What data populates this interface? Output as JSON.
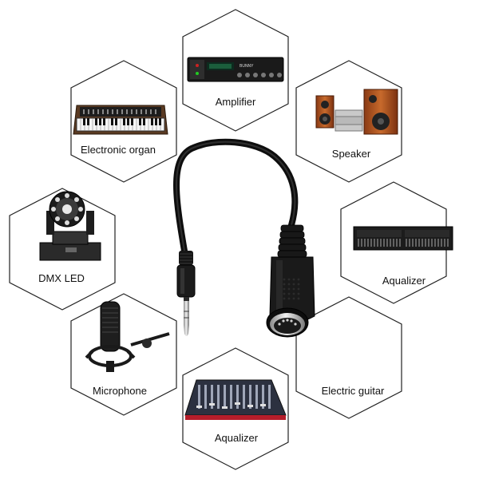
{
  "products": [
    {
      "label": "Amplifier",
      "icon": "amplifier-icon"
    },
    {
      "label": "Speaker",
      "icon": "speaker-icon"
    },
    {
      "label": "Aqualizer",
      "icon": "equalizer-rack-icon"
    },
    {
      "label": "Electric guitar",
      "icon": "none"
    },
    {
      "label": "Aqualizer",
      "icon": "mixing-console-icon"
    },
    {
      "label": "Microphone",
      "icon": "microphone-icon"
    },
    {
      "label": "DMX LED",
      "icon": "moving-head-light-icon"
    },
    {
      "label": "Electronic organ",
      "icon": "keyboard-icon"
    }
  ],
  "amplifier_badge": "BUNNY"
}
